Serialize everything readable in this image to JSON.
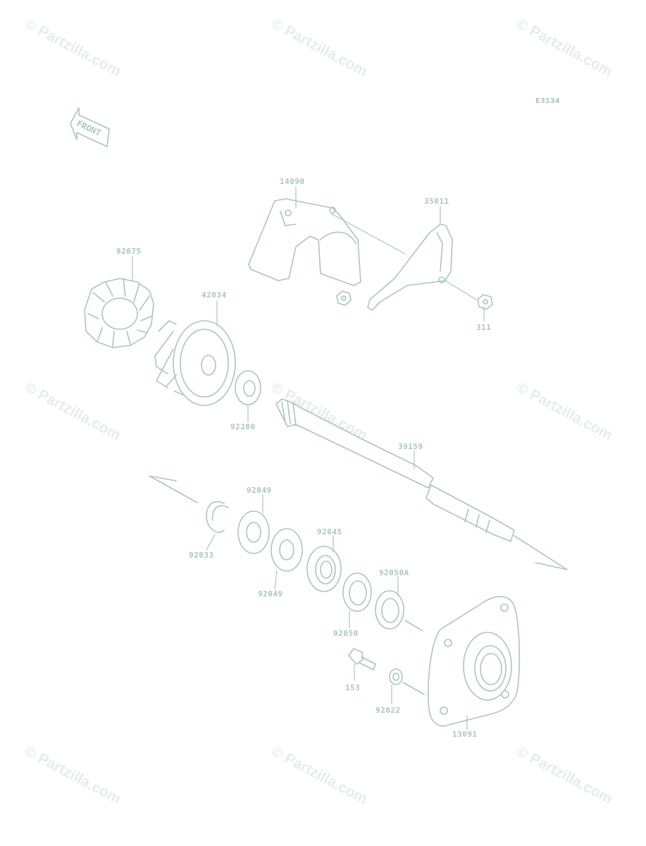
{
  "watermark": "© Partzilla.com",
  "diagram_code": "E3134",
  "front_label": "FRONT",
  "part_labels": {
    "p14090": "14090",
    "p35011": "35011",
    "p92075": "92075",
    "p42034": "42034",
    "p311": "311",
    "p92200": "92200",
    "p39159": "39159",
    "p92049a": "92049",
    "p92049b": "92049",
    "p92033": "92033",
    "p92045": "92045",
    "p92050a": "92050A",
    "p92050": "92050",
    "p153": "153",
    "p92022": "92022",
    "p13091": "13091"
  },
  "colors": {
    "line": "#a9c8b6",
    "text": "#aac8b8",
    "watermark": "#e6ede8"
  }
}
